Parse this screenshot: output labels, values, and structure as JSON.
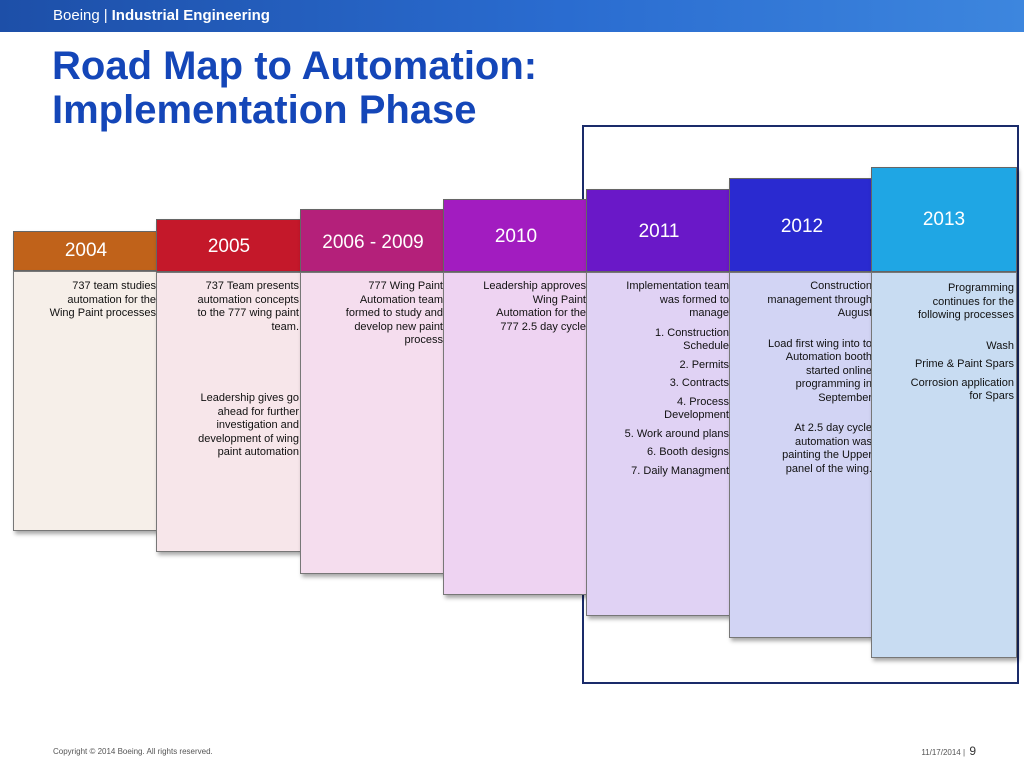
{
  "header": {
    "company": "Boeing",
    "separator": "|",
    "department": "Industrial Engineering"
  },
  "slide": {
    "title_line1": "Road Map to Automation:",
    "title_line2": "Implementation Phase"
  },
  "timeline": [
    {
      "year": "2004",
      "header_color": "#c0621a",
      "body_color": "#f6efe9",
      "paragraphs": [
        "737 team studies automation for the Wing Paint processes"
      ]
    },
    {
      "year": "2005",
      "header_color": "#c4182a",
      "body_color": "#f7e6ea",
      "paragraphs": [
        "737 Team presents automation concepts to the 777 wing paint team.",
        "Leadership gives go ahead for further investigation and development of wing paint automation"
      ]
    },
    {
      "year": "2006 - 2009",
      "header_color": "#b4207a",
      "body_color": "#f5ddee",
      "paragraphs": [
        "777 Wing Paint Automation team formed to study and develop new paint process"
      ]
    },
    {
      "year": "2010",
      "header_color": "#a21cc0",
      "body_color": "#eed3f2",
      "paragraphs": [
        "Leadership approves Wing Paint Automation for the 777 2.5 day cycle"
      ]
    },
    {
      "year": "2011",
      "header_color": "#6a18c8",
      "body_color": "#e0d2f4",
      "intro": "Implementation team was formed to manage",
      "list": [
        "1.    Construction Schedule",
        "2.    Permits",
        "3.    Contracts",
        "4.    Process Development",
        "5.    Work around plans",
        "6.    Booth designs",
        "7.    Daily Managment"
      ]
    },
    {
      "year": "2012",
      "header_color": "#2a2ad0",
      "body_color": "#d2d4f4",
      "paragraphs": [
        "Construction management through August",
        "Load first wing into to Automation booth started online programming in September",
        "At 2.5 day cycle automation was painting the Upper panel of the wing."
      ]
    },
    {
      "year": "2013",
      "header_color": "#1fa6e4",
      "body_color": "#c8dcf2",
      "paragraphs": [
        "Programming continues for the following processes",
        "Wash",
        "Prime & Paint Spars",
        "Corrosion application for Spars"
      ]
    }
  ],
  "footer": {
    "copyright": "Copyright © 2014 Boeing. All rights reserved.",
    "date": "11/17/2014",
    "separator": "|",
    "page": "9"
  }
}
